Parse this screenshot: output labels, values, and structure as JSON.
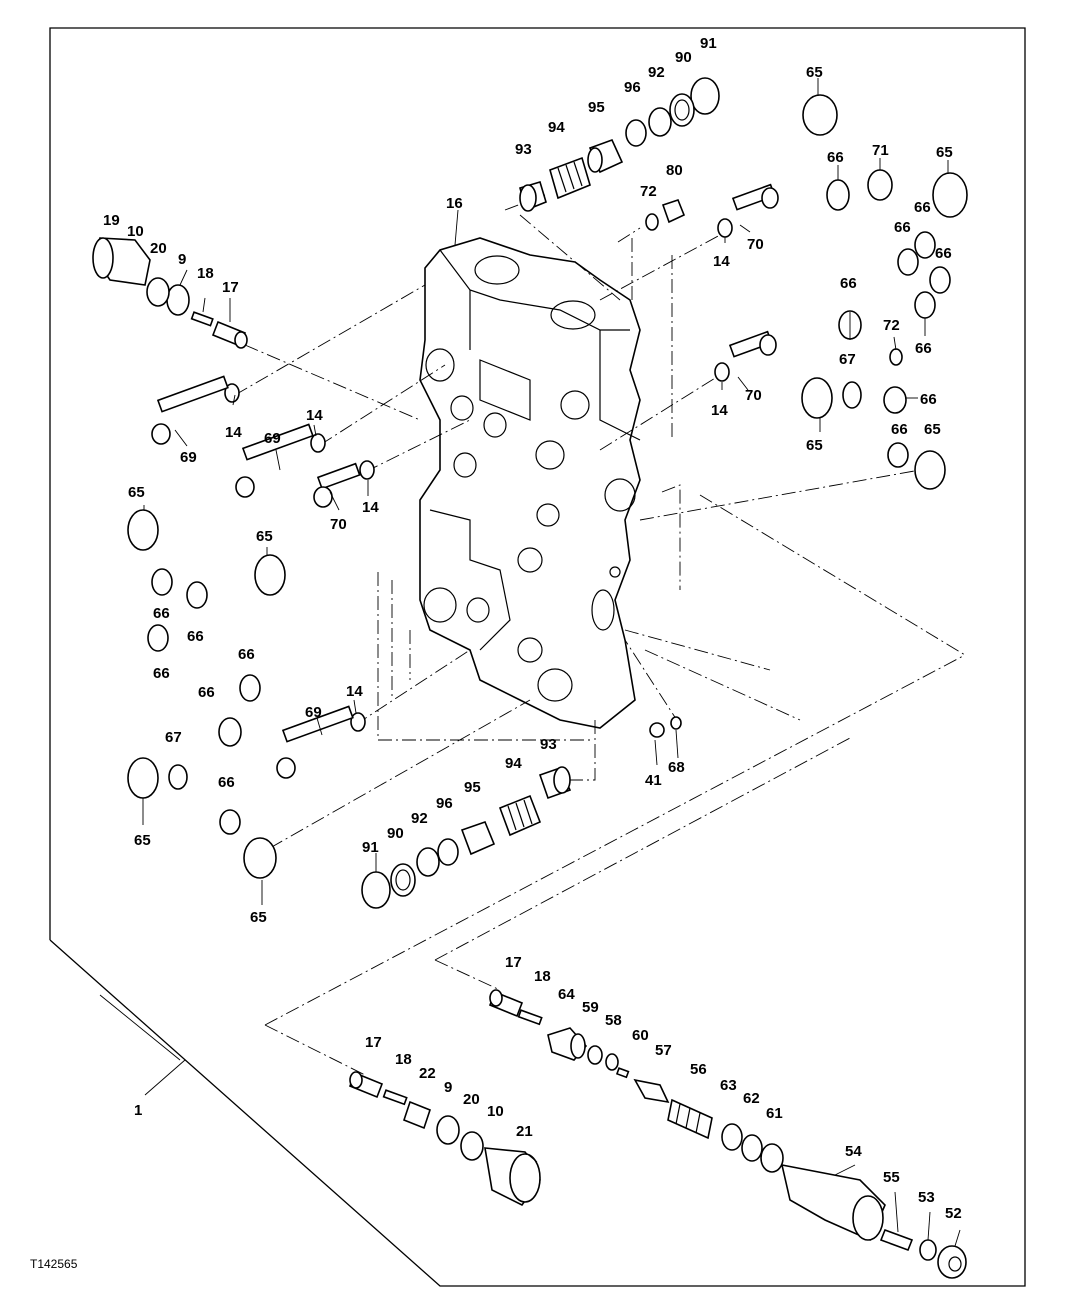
{
  "figure_code": "T142565",
  "labels": {
    "l1": "1",
    "l9a": "9",
    "l9b": "9",
    "l10a": "10",
    "l10b": "10",
    "l14a": "14",
    "l14b": "14",
    "l14c": "14",
    "l14d": "14",
    "l14e": "14",
    "l16": "16",
    "l17a": "17",
    "l17b": "17",
    "l17c": "17",
    "l18a": "18",
    "l18b": "18",
    "l18c": "18",
    "l19": "19",
    "l20a": "20",
    "l20b": "20",
    "l21": "21",
    "l22": "22",
    "l41": "41",
    "l52": "52",
    "l53": "53",
    "l54": "54",
    "l55": "55",
    "l56": "56",
    "l57": "57",
    "l58": "58",
    "l59": "59",
    "l60": "60",
    "l61": "61",
    "l62": "62",
    "l63": "63",
    "l64": "64",
    "l65a": "65",
    "l65b": "65",
    "l65c": "65",
    "l65d": "65",
    "l65e": "65",
    "l65f": "65",
    "l65g": "65",
    "l65h": "65",
    "l66a": "66",
    "l66b": "66",
    "l66c": "66",
    "l66d": "66",
    "l66e": "66",
    "l66f": "66",
    "l66g": "66",
    "l66h": "66",
    "l66i": "66",
    "l66j": "66",
    "l66k": "66",
    "l66l": "66",
    "l66m": "66",
    "l66n": "66",
    "l67a": "67",
    "l67b": "67",
    "l68": "68",
    "l69a": "69",
    "l69b": "69",
    "l69c": "69",
    "l70a": "70",
    "l70b": "70",
    "l70c": "70",
    "l71": "71",
    "l72a": "72",
    "l72b": "72",
    "l80": "80",
    "l90a": "90",
    "l90b": "90",
    "l91a": "91",
    "l91b": "91",
    "l92a": "92",
    "l92b": "92",
    "l93a": "93",
    "l93b": "93",
    "l94a": "94",
    "l94b": "94",
    "l95a": "95",
    "l95b": "95",
    "l96a": "96",
    "l96b": "96"
  }
}
